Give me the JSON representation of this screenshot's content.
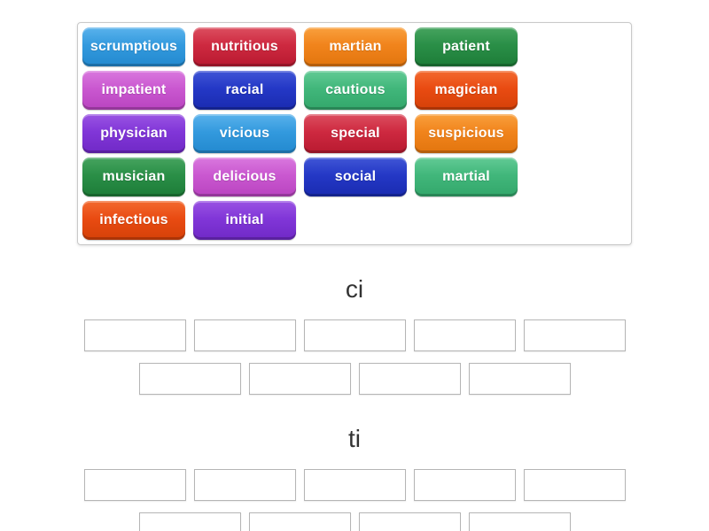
{
  "activity": {
    "type_hint": "group-sort-drag-and-drop"
  },
  "word_bank": {
    "tiles": [
      {
        "label": "scrumptious",
        "color": "lightblue"
      },
      {
        "label": "nutritious",
        "color": "crimson"
      },
      {
        "label": "martian",
        "color": "orange"
      },
      {
        "label": "patient",
        "color": "green"
      },
      {
        "label": "impatient",
        "color": "orchid"
      },
      {
        "label": "racial",
        "color": "royalblue"
      },
      {
        "label": "cautious",
        "color": "seagreen"
      },
      {
        "label": "magician",
        "color": "orangered"
      },
      {
        "label": "physician",
        "color": "purple"
      },
      {
        "label": "vicious",
        "color": "lightblue"
      },
      {
        "label": "special",
        "color": "crimson"
      },
      {
        "label": "suspicious",
        "color": "orange"
      },
      {
        "label": "musician",
        "color": "green"
      },
      {
        "label": "delicious",
        "color": "orchid"
      },
      {
        "label": "social",
        "color": "royalblue"
      },
      {
        "label": "martial",
        "color": "seagreen"
      },
      {
        "label": "infectious",
        "color": "orangered"
      },
      {
        "label": "initial",
        "color": "purple"
      }
    ]
  },
  "colors": {
    "lightblue": {
      "light": "#5ab2ec",
      "base": "#339ade",
      "dark": "#2389cf"
    },
    "crimson": {
      "light": "#dc4f60",
      "base": "#ce2940",
      "dark": "#b81a30"
    },
    "orange": {
      "light": "#f9a03d",
      "base": "#f1841c",
      "dark": "#e2750e"
    },
    "green": {
      "light": "#46a45f",
      "base": "#2a8f47",
      "dark": "#1d7c38"
    },
    "orchid": {
      "light": "#d978de",
      "base": "#ca58d0",
      "dark": "#b944c0"
    },
    "royalblue": {
      "light": "#4056d6",
      "base": "#2438c6",
      "dark": "#1a2bb0"
    },
    "seagreen": {
      "light": "#62ca95",
      "base": "#41b77b",
      "dark": "#33a76b"
    },
    "orangered": {
      "light": "#f36a30",
      "base": "#e94b12",
      "dark": "#d54108"
    },
    "purple": {
      "light": "#9a54e3",
      "base": "#8136d8",
      "dark": "#7029c6"
    }
  },
  "groups": [
    {
      "title": "ci",
      "slot_rows": [
        5,
        4
      ]
    },
    {
      "title": "ti",
      "slot_rows": [
        5,
        4
      ]
    }
  ]
}
